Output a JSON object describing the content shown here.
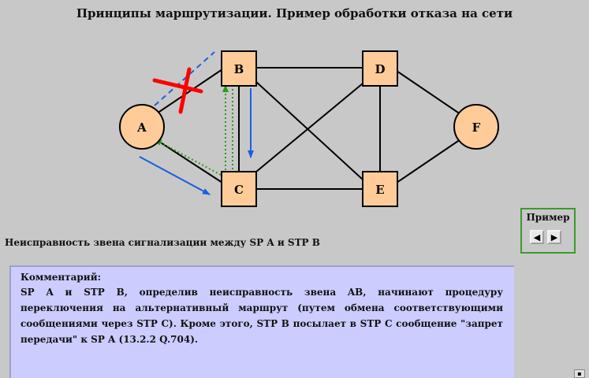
{
  "title": "Принципы маршрутизации. Пример обработки отказа на сети",
  "network": {
    "nodes": [
      {
        "id": "A",
        "label": "A",
        "shape": "circle"
      },
      {
        "id": "B",
        "label": "B",
        "shape": "square"
      },
      {
        "id": "C",
        "label": "C",
        "shape": "square"
      },
      {
        "id": "D",
        "label": "D",
        "shape": "square"
      },
      {
        "id": "E",
        "label": "E",
        "shape": "square"
      },
      {
        "id": "F",
        "label": "F",
        "shape": "circle"
      }
    ],
    "links": [
      {
        "from": "A",
        "to": "B",
        "status": "failed"
      },
      {
        "from": "A",
        "to": "C",
        "status": "ok"
      },
      {
        "from": "B",
        "to": "C",
        "status": "ok"
      },
      {
        "from": "B",
        "to": "D",
        "status": "ok"
      },
      {
        "from": "B",
        "to": "E",
        "status": "ok"
      },
      {
        "from": "C",
        "to": "D",
        "status": "ok"
      },
      {
        "from": "C",
        "to": "E",
        "status": "ok"
      },
      {
        "from": "D",
        "to": "E",
        "status": "ok"
      },
      {
        "from": "D",
        "to": "F",
        "status": "ok"
      },
      {
        "from": "E",
        "to": "F",
        "status": "ok"
      }
    ],
    "colors": {
      "node_fill": "#ffcc99",
      "failure_cross": "#ff0000",
      "changeover_arrow": "#1a5fe0",
      "transfer_prohibited_arrow": "#2e9a1a"
    }
  },
  "caption": "Неисправность звена сигнализации между SP A и STP B",
  "example": {
    "label": "Пример",
    "prev_icon": "triangle-left",
    "next_icon": "triangle-right"
  },
  "comment": {
    "title": "Комментарий:",
    "text": "SP A и STP B, определив неисправность звена AB, начинают процедуру переключения на альтернативный маршрут (путем обмена соответствующими сообщениями через STP C). Кроме этого, STP B посылает в STP C сообщение \"запрет передачи\" к SP A  (13.2.2 Q.704)."
  },
  "corner_button_icon": "small-box"
}
